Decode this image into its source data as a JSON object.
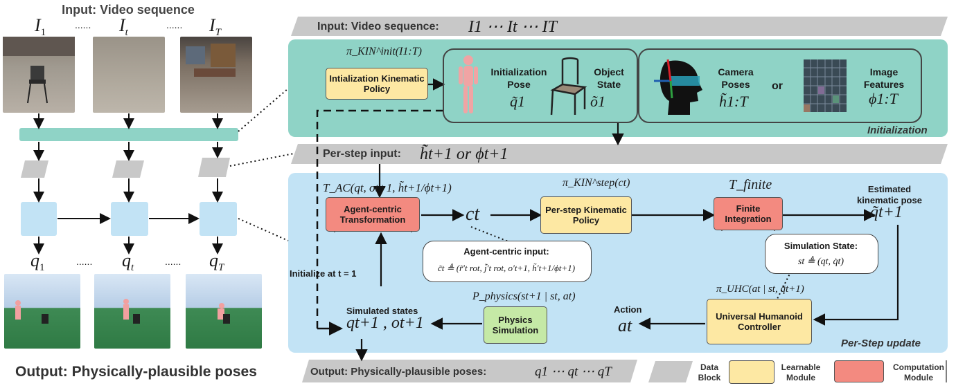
{
  "left": {
    "header": "Input: Video sequence",
    "frame_labels": [
      "I1",
      "It",
      "IT"
    ],
    "output_labels": [
      "q1",
      "qt",
      "qT"
    ],
    "dots": "......",
    "footer": "Output: Physically-plausible poses"
  },
  "banners": {
    "input": {
      "text": "Input: Video sequence:",
      "math": "I1  ⋯  It  ⋯  IT"
    },
    "per_step": {
      "text": "Per-step input:",
      "math": "h̃t+1 or ϕt+1"
    },
    "output": {
      "text": "Output: Physically-plausible poses:",
      "math": "q1 ⋯ qt ⋯ qT"
    }
  },
  "init": {
    "policy_sym": "π_KIN^init(I1:T)",
    "policy_label": "Intialization Kinematic Policy",
    "init_pose_label": "Initialization Pose",
    "init_pose_sym": "q̃1",
    "object_state_label": "Object State",
    "object_state_sym": "õ1",
    "camera_label": "Camera Poses",
    "camera_sym": "h̃1:T",
    "or": "or",
    "features_label": "Image Features",
    "features_sym": "ϕ1:T",
    "panel_title": "Initialization"
  },
  "step": {
    "ac_sym": "T_AC(qt, ot+1, h̃t+1/ϕt+1)",
    "ac_label": "Agent-centric Transformation",
    "ct": "ct",
    "kin_sym": "π_KIN^step(ct)",
    "kin_label": "Per-step Kinematic Policy",
    "finite_sym": "T_finite",
    "finite_label": "Finite Integration",
    "est_label": "Estimated kinematic pose",
    "est_sym": "q̃t+1",
    "ac_input_label": "Agent-centric input:",
    "ac_input_sym": "c̃t ≜ (r̃′t rot, j̃′t rot, o′t+1, h̃′t+1/ϕt+1)",
    "sim_state_label": "Simulation State:",
    "sim_state_sym": "st ≜ (qt, q̇t)",
    "init_t1": "Initialize at t = 1",
    "uhc_sym": "π_UHC(at | st, q̃t+1)",
    "uhc_label": "Universal Humanoid Controller",
    "action_label": "Action",
    "action_sym": "at",
    "physics_sym": "P_physics(st+1 | st, at)",
    "physics_label": "Physics Simulation",
    "sim_states_label": "Simulated states",
    "sim_states_sym": "qt+1 , ot+1",
    "panel_title": "Per-Step update"
  },
  "legend": {
    "data_block": "Data Block",
    "learnable": "Learnable Module",
    "computation": "Computation Module"
  },
  "colors": {
    "init_panel": "#8fd3c6",
    "step_panel": "#c2e3f5",
    "learnable": "#fde8a3",
    "computation": "#f38a80",
    "physics": "#c5e9a6",
    "data_block": "#c8c8c8"
  }
}
